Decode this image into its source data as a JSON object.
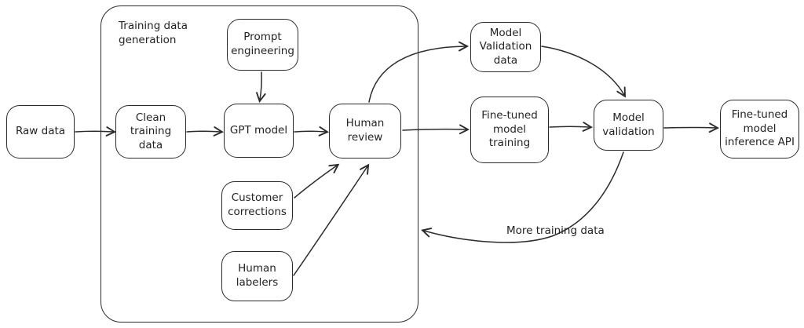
{
  "diagram": {
    "group": {
      "label": "Training data\ngeneration"
    },
    "nodes": {
      "raw_data": {
        "label": "Raw data"
      },
      "clean_training_data": {
        "label": "Clean training\ndata"
      },
      "prompt_engineering": {
        "label": "Prompt\nengineering"
      },
      "gpt_model": {
        "label": "GPT model"
      },
      "human_review": {
        "label": "Human review"
      },
      "model_validation_data": {
        "label": "Model\nValidation\ndata"
      },
      "fine_tuned_model_training": {
        "label": "Fine-tuned\nmodel training"
      },
      "model_validation": {
        "label": "Model\nvalidation"
      },
      "fine_tuned_model_inference_api": {
        "label": "Fine-tuned\nmodel\ninference API"
      },
      "customer_corrections": {
        "label": "Customer\ncorrections"
      },
      "human_labelers": {
        "label": "Human\nlabelers"
      }
    },
    "edge_labels": {
      "more_training_data": "More training data"
    },
    "colors": {
      "stroke": "#2b2b2b",
      "background": "#ffffff"
    }
  }
}
